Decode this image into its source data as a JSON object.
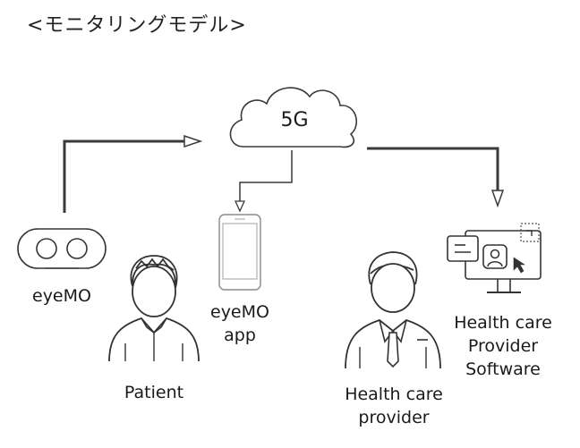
{
  "title": "<モニタリングモデル>",
  "cloud": {
    "label": "5G"
  },
  "nodes": {
    "eyemo": {
      "label": "eyeMO"
    },
    "eyemo_app": {
      "line1": "eyeMO",
      "line2": "app"
    },
    "patient": {
      "label": "Patient"
    },
    "provider": {
      "line1": "Health care",
      "line2": "provider"
    },
    "software": {
      "line1": "Health care",
      "line2": "Provider",
      "line3": "Software"
    }
  },
  "colors": {
    "stroke": "#333333",
    "line": "#3a3a3a"
  }
}
